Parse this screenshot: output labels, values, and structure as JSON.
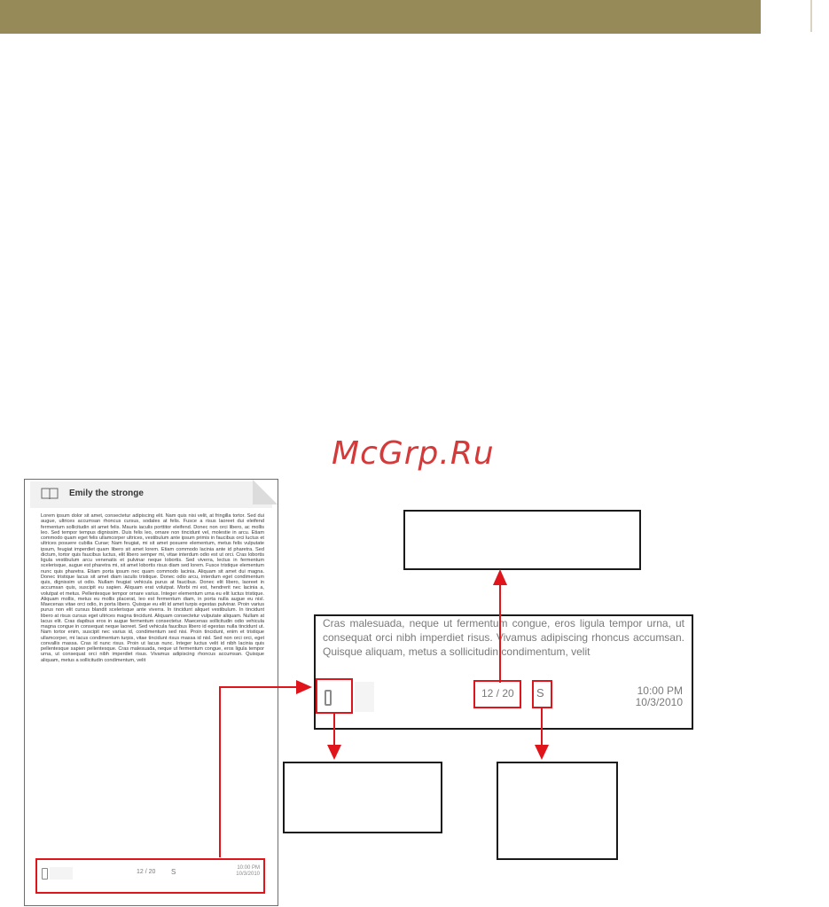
{
  "watermark": "McGrp.Ru",
  "device": {
    "title": "Emily the stronge",
    "body": "Lorem ipsum dolor sit amet, consectetur adipiscing elit. Nam quis nisi velit, at fringilla tortor. Sed dui augue, ultrices accumsan rhoncus cursus, sodales at felis. Fusce a risus laoreet dui eleifend fermentum sollicitudin sit amet felis. Mauris iaculis porttitor eleifend. Donec non orci libero, ac mollis leo. Sed tempor tempus dignissim. Duis felis leo, ornare non tincidunt vel, molestie in arcu. Etiam commodo quam eget felis ullamcorper ultrices, vestibulum ante ipsum primis in faucibus orci luctus et ultrices posuere cubilia Curae; Nam feugiat, mi sit amet posuere elementum, metus felis vulputate ipsum, feugiat imperdiet quam libero sit amet lorem. Etiam commodo lacinia ante id pharetra. Sed dictum, tortor quis faucibus luctus, elit libero semper mi, vitae interdum odio est ut orci. Cras lobortis ligula vestibulum arcu venenatis et pulvinar neque lobortis. Sed viverra, lectus in fermentum scelerisque, augue est pharetra mi, sit amet lobortis risus diam sed lorem. Fusce tristique elementum nunc quis pharetra. Etiam porta ipsum nec quam commodo lacinia. Aliquam sit amet dui magna. Donec tristique lacus sit amet diam iaculis tristique. Donec odio arcu, interdum eget condimentum quis, dignissim ut odio. Nullam feugiat vehicula purus at faucibus. Donec elit libero, laoreet in accumsan quis, suscipit eu sapien. Aliquam erat volutpat. Morbi mi est, hendrerit nec lacinia a, volutpat et metus. Pellentesque tempor ornare varius. Integer elementum urna eu elit luctus tristique. Aliquam mollis, metus eu mollis placerat, leo est fermentum diam, in porta nulla augue eu nisl. Maecenas vitae orci odio, in porta libero. Quisque eu elit id amet turpis egestas pulvinar. Proin varius purus non elit cursus blandit scelerisque ante viverra. In tincidunt aliquet vestibulum. In tincidunt libero at risus cursus eget ultrices magna tincidunt. Aliquam consectetur vulputate aliquam. Nullam at lacus elit. Cras dapibus eros in augue fermentum consectetur. Maecenas sollicitudin odio vehicula magna congue in consequat neque laoreet. Sed vehicula faucibus libero id egestas nulla tincidunt ut. Nam tortor enim, suscipit nec varius id, condimentum sed nisi. Proin tincidunt, enim et tristique ullamcorper, mi lacus condimentum turpis, vitae tincidunt risus massa id nisl. Sed non orci orci, eget convallis massa. Cras id nunc risus. Proin ut lacus nunc. Integer luctus velit id nibh lacinia quis pellentesque sapien pellentesque. Cras malesuada, neque ut fermentum congue, eros ligula tempor urna, ut consequat orci nibh imperdiet risus. Vivamus adipiscing rhoncus accumsan. Quisque aliquam, metus a sollicitudin condimentum, velit",
    "footer": {
      "page": "12 / 20",
      "s": "S",
      "time": "10:00 PM",
      "date": "10/3/2010"
    }
  },
  "zoom": {
    "text": "Cras malesuada, neque ut fermentum congue, eros ligula tempor urna, ut consequat orci nibh imperdiet risus. Vivamus adipiscing rhoncus accumsan. Quisque aliquam, metus a sollicitudin condimentum, velit",
    "page": "12 / 20",
    "s": "S",
    "time": "10:00 PM",
    "date": "10/3/2010"
  },
  "colors": {
    "topbar": "#958a58",
    "highlight": "#e0141b",
    "watermark": "#d43a3a"
  },
  "icons": {
    "book": "book-icon",
    "battery": "battery-icon"
  }
}
